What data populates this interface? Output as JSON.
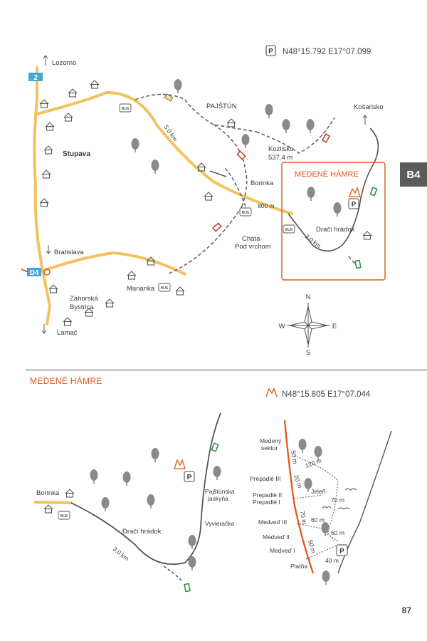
{
  "page": {
    "tab_label": "B4",
    "page_number": "87",
    "section_title": "MEDENÉ HÁMRE"
  },
  "top_map": {
    "parking_coord": "N48°15.792 E17°07.099",
    "parking_symbol": "P",
    "places": {
      "lozorno": "Lozorno",
      "stupava": "Stupava",
      "bratislava": "Bratislava",
      "zahorska_1": "Záhorská",
      "zahorska_2": "Bystrica",
      "lamac": "Lamač",
      "marianka": "Marianka",
      "pajstun": "PAJŠTÚN",
      "kozlisko_1": "Kozlisko",
      "kozlisko_2": "537.4 m",
      "borinka": "Borinka",
      "kosarisko": "Košarisko",
      "medene_hamre": "MEDENÉ HÁMRE",
      "draci_hradok": "Dračí hrádok",
      "chata_1": "Chata",
      "chata_2": "Pod vrchom"
    },
    "distances": {
      "d_5km": "5.0 km",
      "d_800m": "800 m",
      "d_3km": "3.0 km"
    },
    "road_badges": {
      "road_2": "2",
      "d4": "D4"
    },
    "bus": "BUS",
    "compass": {
      "n": "N",
      "s": "S",
      "e": "E",
      "w": "W"
    }
  },
  "bottom_left_map": {
    "crag_coord": "N48°15.805 E17°07.044",
    "places": {
      "borinka": "Borinka",
      "draci_hradok": "Dračí hrádok",
      "jaskyna_1": "Pajštúnska",
      "jaskyna_2": "jaskyňa",
      "vyvieracka": "Vyvieračka"
    },
    "distance": "3.0 km",
    "bus": "BUS",
    "parking_symbol": "P"
  },
  "bottom_right_map": {
    "sectors": {
      "medeny_1": "Medený",
      "medeny_2": "sektor",
      "prepadle_3": "Prepadlé III",
      "prepadle_2": "Prepadlé II",
      "prepadle_1": "Prepadlé I",
      "medved_3": "Medveď III",
      "medved_2": "Medveď II",
      "medved_1": "Medveď I",
      "platna": "Platňa",
      "jelen": "Jeleň"
    },
    "distances": {
      "m50a": "50 m",
      "m120": "120 m",
      "m20": "20 m",
      "m70a": "70 m",
      "m70b": "70 m",
      "m60a": "60 m",
      "m60b": "60 m",
      "m50b": "50 m",
      "m40": "40 m"
    },
    "parking_symbol": "P"
  },
  "colors": {
    "road_main": "#f2c25e",
    "accent": "#e0581b",
    "trail": "#555555",
    "highway_badge": "#4aa3d8",
    "tree": "#8a8a8a"
  }
}
